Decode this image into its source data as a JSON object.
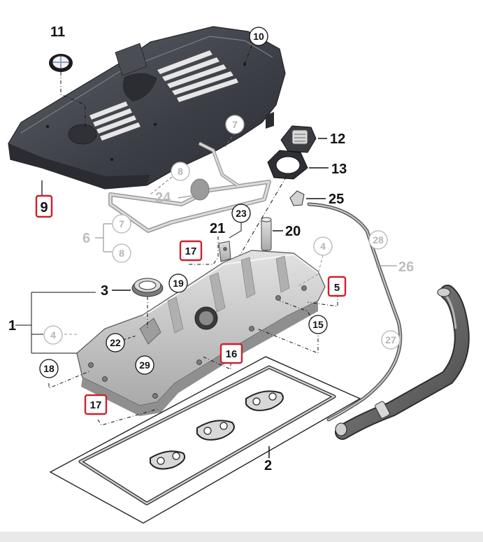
{
  "diagram": {
    "callouts": {
      "c1": "1",
      "c2": "2",
      "c3": "3",
      "c4a": "4",
      "c4b": "4",
      "c5": "5",
      "c6": "6",
      "c7a": "7",
      "c7b": "7",
      "c8a": "8",
      "c8b": "8",
      "c9": "9",
      "c10": "10",
      "c11": "11",
      "c12": "12",
      "c13": "13",
      "c15": "15",
      "c16": "16",
      "c17a": "17",
      "c17b": "17",
      "c18": "18",
      "c19": "19",
      "c20": "20",
      "c21": "21",
      "c22": "22",
      "c23": "23",
      "c24": "24",
      "c25": "25",
      "c26": "26",
      "c27": "27",
      "c28": "28",
      "c29": "29"
    },
    "colors": {
      "ink": "#111111",
      "faded": "#bdbdbd",
      "highlight": "#d0202a",
      "cover_dark": "#3a3d44",
      "cover_mid": "#55585f",
      "cover_light": "#6c6f76",
      "metal": "#c8c8c8",
      "metal_dark": "#9a9a9a"
    }
  }
}
